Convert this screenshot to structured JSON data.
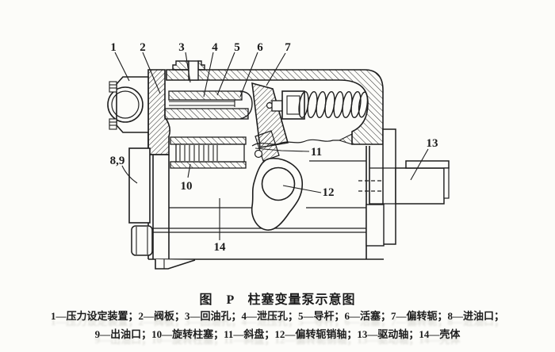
{
  "figure": {
    "title": "图　P　柱塞变量泵示意图",
    "legend_lines": [
      "1—压力设定装置；2—阀板；3—回油孔；4—泄压孔；5—导杆；6—活塞；7—偏转轭；8—进油口；",
      "9—出油口；10—旋转柱塞；11—斜盘；12—偏转轭销轴；13—驱动轴；14—壳体"
    ],
    "parts": [
      {
        "num": "1",
        "name": "压力设定装置"
      },
      {
        "num": "2",
        "name": "阀板"
      },
      {
        "num": "3",
        "name": "回油孔"
      },
      {
        "num": "4",
        "name": "泄压孔"
      },
      {
        "num": "5",
        "name": "导杆"
      },
      {
        "num": "6",
        "name": "活塞"
      },
      {
        "num": "7",
        "name": "偏转轭"
      },
      {
        "num": "8",
        "name": "进油口"
      },
      {
        "num": "9",
        "name": "出油口"
      },
      {
        "num": "10",
        "name": "旋转柱塞"
      },
      {
        "num": "11",
        "name": "斜盘"
      },
      {
        "num": "12",
        "name": "偏转轭销轴"
      },
      {
        "num": "13",
        "name": "驱动轴"
      },
      {
        "num": "14",
        "name": "壳体"
      }
    ]
  },
  "callouts": {
    "c1": "1",
    "c2": "2",
    "c3": "3",
    "c4": "4",
    "c5": "5",
    "c6": "6",
    "c7": "7",
    "c8_9": "8,9",
    "c10": "10",
    "c11": "11",
    "c12": "12",
    "c13": "13",
    "c14": "14"
  },
  "colors": {
    "ink": "#1e1e1e",
    "paper": "#fcfcf9"
  }
}
